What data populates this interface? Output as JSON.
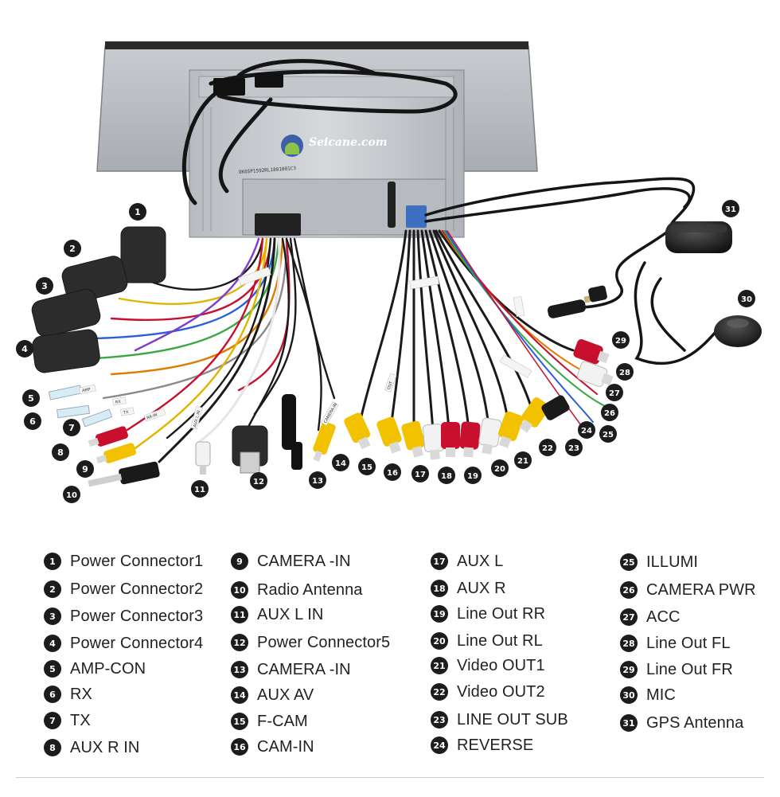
{
  "brand": {
    "text": "Seicane.com"
  },
  "unit_label": {
    "text": "OK6SP1592RL1801001C3"
  },
  "tags": [
    {
      "text": "CAMERA-IN"
    },
    {
      "text": "AUX L IN"
    },
    {
      "text": "RR-IN"
    },
    {
      "text": "AMP"
    },
    {
      "text": "TX"
    },
    {
      "text": "RX"
    },
    {
      "text": "OUT"
    }
  ],
  "badges": [
    {
      "num": "1"
    },
    {
      "num": "2"
    },
    {
      "num": "3"
    },
    {
      "num": "4"
    },
    {
      "num": "5"
    },
    {
      "num": "6"
    },
    {
      "num": "7"
    },
    {
      "num": "8"
    },
    {
      "num": "9"
    },
    {
      "num": "10"
    },
    {
      "num": "11"
    },
    {
      "num": "12"
    },
    {
      "num": "13"
    },
    {
      "num": "14"
    },
    {
      "num": "15"
    },
    {
      "num": "16"
    },
    {
      "num": "17"
    },
    {
      "num": "18"
    },
    {
      "num": "19"
    },
    {
      "num": "20"
    },
    {
      "num": "21"
    },
    {
      "num": "22"
    },
    {
      "num": "23"
    },
    {
      "num": "24"
    },
    {
      "num": "25"
    },
    {
      "num": "26"
    },
    {
      "num": "27"
    },
    {
      "num": "28"
    },
    {
      "num": "29"
    },
    {
      "num": "30"
    },
    {
      "num": "31"
    }
  ],
  "legend": [
    {
      "num": "1",
      "label": "Power Connector1"
    },
    {
      "num": "2",
      "label": "Power Connector2"
    },
    {
      "num": "3",
      "label": "Power Connector3"
    },
    {
      "num": "4",
      "label": "Power Connector4"
    },
    {
      "num": "5",
      "label": "AMP-CON"
    },
    {
      "num": "6",
      "label": "RX"
    },
    {
      "num": "7",
      "label": "TX"
    },
    {
      "num": "8",
      "label": "AUX R IN"
    },
    {
      "num": "9",
      "label": "CAMERA -IN"
    },
    {
      "num": "10",
      "label": "Radio Antenna"
    },
    {
      "num": "11",
      "label": "AUX L IN"
    },
    {
      "num": "12",
      "label": "Power Connector5"
    },
    {
      "num": "13",
      "label": "CAMERA -IN"
    },
    {
      "num": "14",
      "label": "AUX AV"
    },
    {
      "num": "15",
      "label": "F-CAM"
    },
    {
      "num": "16",
      "label": "CAM-IN"
    },
    {
      "num": "17",
      "label": "AUX L"
    },
    {
      "num": "18",
      "label": "AUX R"
    },
    {
      "num": "19",
      "label": "Line Out RR"
    },
    {
      "num": "20",
      "label": "Line Out RL"
    },
    {
      "num": "21",
      "label": "Video OUT1"
    },
    {
      "num": "22",
      "label": "Video OUT2"
    },
    {
      "num": "23",
      "label": "LINE OUT SUB"
    },
    {
      "num": "24",
      "label": "REVERSE"
    },
    {
      "num": "25",
      "label": "ILLUMI"
    },
    {
      "num": "26",
      "label": "CAMERA PWR"
    },
    {
      "num": "27",
      "label": "ACC"
    },
    {
      "num": "28",
      "label": "Line Out FL"
    },
    {
      "num": "29",
      "label": "Line Out FR"
    },
    {
      "num": "30",
      "label": "MIC"
    },
    {
      "num": "31",
      "label": "GPS Antenna"
    }
  ]
}
